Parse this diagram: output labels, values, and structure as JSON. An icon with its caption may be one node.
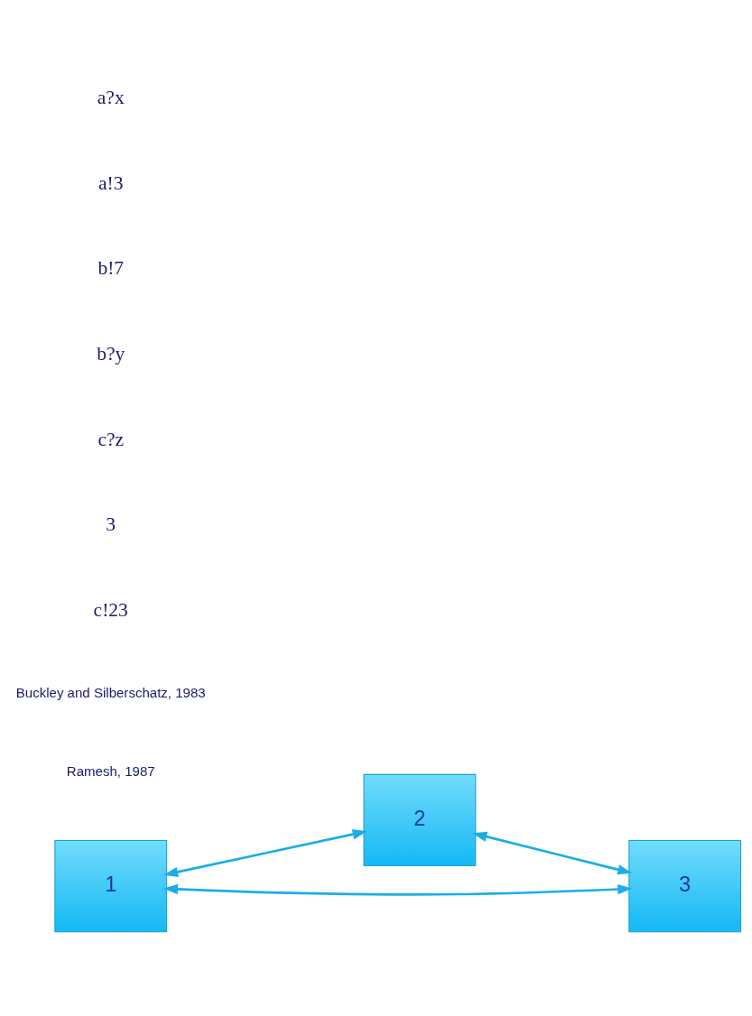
{
  "diagram": {
    "nodes": [
      {
        "text": [
          "1"
        ]
      },
      {
        "text": [
          "2"
        ]
      },
      {
        "text": [
          "3"
        ]
      }
    ],
    "edges": [
      {
        "from": 0,
        "to": 1,
        "arrow": "both"
      },
      {
        "from": 1,
        "to": 2,
        "arrow": "both"
      },
      {
        "from": 0,
        "to": 2,
        "arrow": "both"
      }
    ],
    "labels": [
      "a?x",
      "a!3",
      "b!7",
      "b?y",
      "c?z",
      "3",
      "c!23",
      "Buckley and Silberschatz, 1983",
      "Ramesh, 1987"
    ]
  }
}
